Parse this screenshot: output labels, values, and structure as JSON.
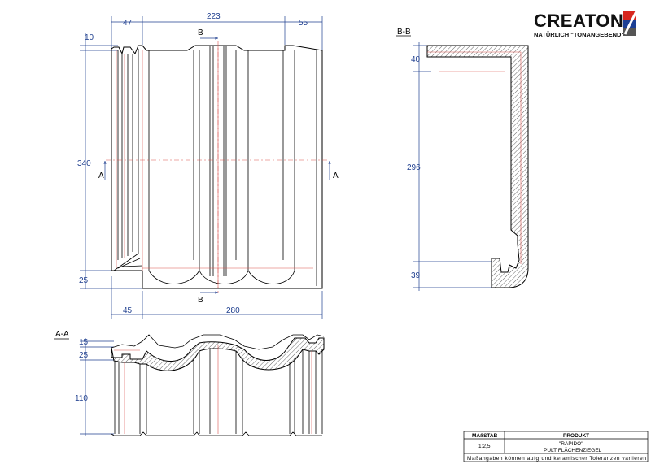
{
  "logo": {
    "name": "CREATON",
    "tagline": "NATÜRLICH \"TONANGEBEND\"",
    "colors": {
      "red": "#d7261e",
      "blue": "#1c3f94",
      "gray": "#555555"
    }
  },
  "plan_view": {
    "dims_top": [
      "47",
      "223",
      "55"
    ],
    "dims_left": [
      "10",
      "340",
      "25"
    ],
    "dims_bottom": [
      "45",
      "280"
    ],
    "section_marks": [
      "B",
      "B",
      "A",
      "A"
    ]
  },
  "section_bb": {
    "title": "B-B",
    "dims": [
      "40",
      "296",
      "39"
    ]
  },
  "section_aa": {
    "title": "A-A",
    "dims": [
      "15",
      "25",
      "110"
    ]
  },
  "title_block": {
    "scale_label": "MAßSTAB",
    "scale_value": "1:2,5",
    "product_label": "PRODUKT",
    "product_name": "\"RAPIDO\"",
    "product_desc": "PULT FLÄCHENZIEGEL",
    "disclaimer": "Maßangaben können aufgrund keramischer Toleranzen variieren"
  },
  "colors": {
    "dimension": "#1f3f8f",
    "outline": "#000000",
    "centerline": "#d9534f"
  }
}
